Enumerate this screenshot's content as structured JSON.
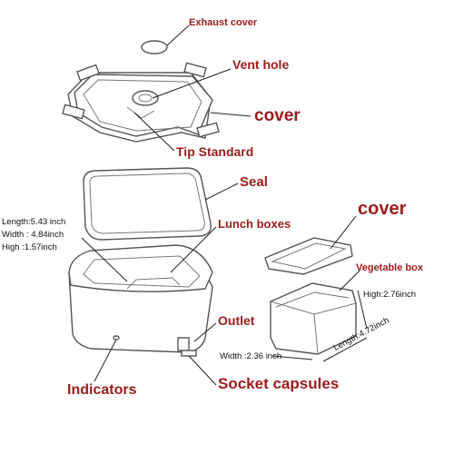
{
  "labels": {
    "exhaust_cover": "Exhaust cover",
    "vent_hole": "Vent hole",
    "cover_top": "cover",
    "tip_standard": "Tip Standard",
    "seal": "Seal",
    "lunch_boxes": "Lunch boxes",
    "cover_right": "cover",
    "vegetable_box": "Vegetable box",
    "outlet": "Outlet",
    "indicators": "Indicators",
    "socket_capsules": "Socket capsules"
  },
  "dimensions": {
    "lunch_length": "Length:5.43 inch",
    "lunch_width": "Width : 4.84inch",
    "lunch_high": "High :1.57inch",
    "veg_high": "High:2.76inch",
    "veg_width": "Width :2.36 inch",
    "veg_length": "Length:4.72inch"
  },
  "colors": {
    "label_red": "#9b1c1c",
    "outline": "#555555"
  }
}
